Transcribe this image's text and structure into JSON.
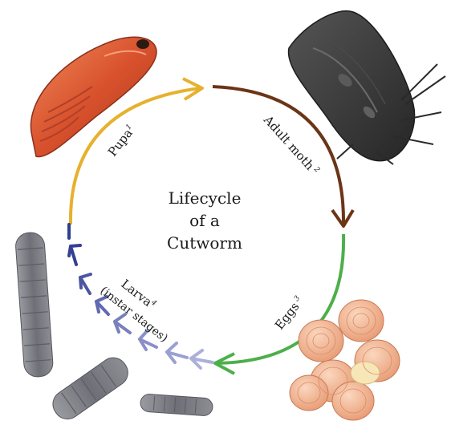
{
  "diagram": {
    "center_title_lines": [
      "Lifecycle",
      "of a",
      "Cutworm"
    ],
    "stages": [
      {
        "key": "pupa",
        "label": "Pupa",
        "note": "1",
        "color": "#e6b12e"
      },
      {
        "key": "adult",
        "label": "Adult moth",
        "note": "2",
        "color": "#6b3516"
      },
      {
        "key": "eggs",
        "label": "Eggs",
        "note": "3",
        "color": "#4daf4a"
      },
      {
        "key": "larva",
        "label": "Larva",
        "note": "4",
        "sublabel": "(instar stages)",
        "color": "#2e3f93"
      }
    ],
    "colors": {
      "pupa_body": "#d85a33",
      "moth_body": "#3a3a3a",
      "egg_body": "#f2b48e",
      "larva_body": "#7f7f86",
      "larva_arrow_light": "#a8aed6"
    }
  }
}
